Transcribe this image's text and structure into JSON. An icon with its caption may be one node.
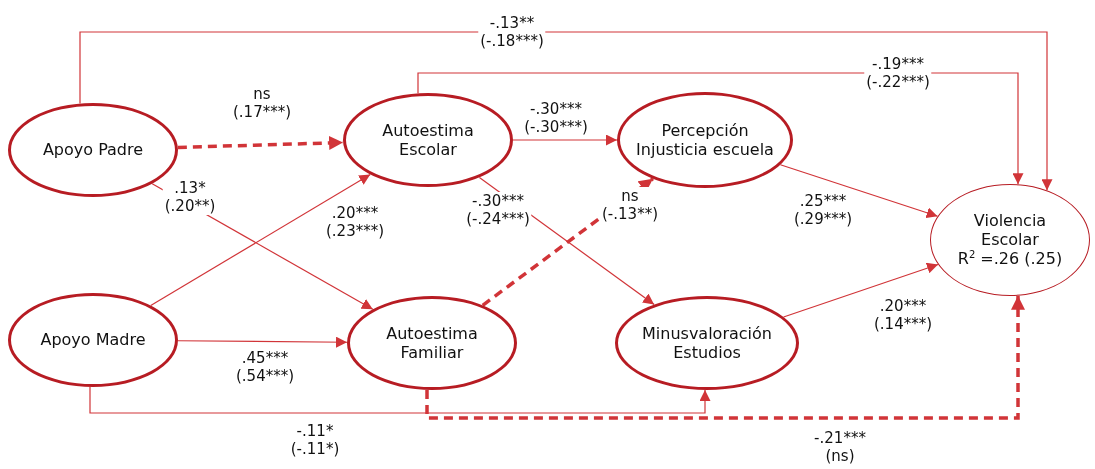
{
  "diagram": {
    "nodes": [
      {
        "text": [
          "Apoyo Padre"
        ]
      },
      {
        "text": [
          "Apoyo Madre"
        ]
      },
      {
        "text": [
          "Autoestima Escolar"
        ]
      },
      {
        "text": [
          "Autoestima Familiar"
        ]
      },
      {
        "text": [
          "Percepción Injusticia escuela"
        ]
      },
      {
        "text": [
          "Minusvaloración Estudios"
        ]
      },
      {
        "text": [
          "Violencia Escolar",
          "R$^{2}$ =.26 (.25)"
        ]
      }
    ],
    "edges": [
      {
        "from": 0,
        "to": 6,
        "arrow": "to",
        "label": "-.13** (-.18***)"
      },
      {
        "from": 0,
        "to": 2,
        "arrow": "to",
        "label": "ns (.17***)",
        "style": "dashed"
      },
      {
        "from": 0,
        "to": 3,
        "arrow": "to",
        "label": ".13* (.20**)"
      },
      {
        "from": 1,
        "to": 2,
        "arrow": "to",
        "label": ".20*** (.23***)"
      },
      {
        "from": 1,
        "to": 3,
        "arrow": "to",
        "label": ".45*** (.54***)"
      },
      {
        "from": 1,
        "to": 5,
        "arrow": "to",
        "label": "-.11* (-.11*)"
      },
      {
        "from": 2,
        "to": 6,
        "arrow": "to",
        "label": "-.19*** (-.22***)"
      },
      {
        "from": 2,
        "to": 4,
        "arrow": "to",
        "label": "-.30*** (-.30***)"
      },
      {
        "from": 2,
        "to": 5,
        "arrow": "to",
        "label": "-.30*** (-.24***)"
      },
      {
        "from": 3,
        "to": 4,
        "arrow": "to",
        "label": "ns (-.13**)",
        "style": "dashed"
      },
      {
        "from": 3,
        "to": 6,
        "arrow": "to",
        "label": "-.21*** (ns)",
        "style": "dashed"
      },
      {
        "from": 4,
        "to": 6,
        "arrow": "to",
        "label": ".25*** (.29***)"
      },
      {
        "from": 5,
        "to": 6,
        "arrow": "to",
        "label": ".20*** (.14***)"
      }
    ]
  }
}
